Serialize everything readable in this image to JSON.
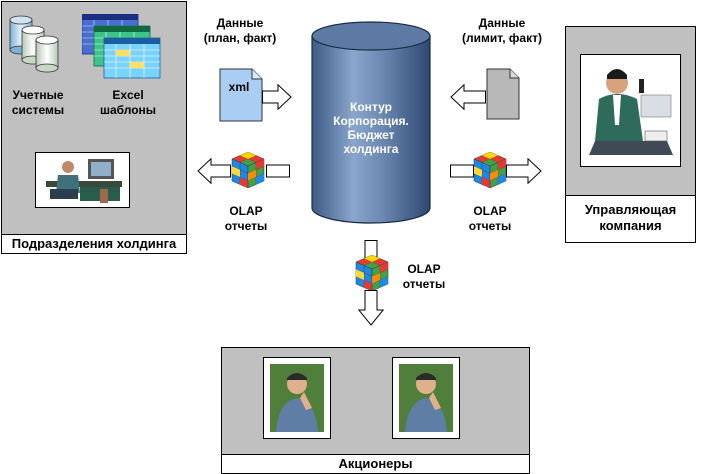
{
  "left_panel": {
    "accounting_label": "Учетные\nсистемы",
    "excel_label": "Excel\nшаблоны",
    "caption": "Подразделения холдинга"
  },
  "center": {
    "cylinder_text": "Контур\nКорпорация.\nБюджет\nхолдинга"
  },
  "left_flow": {
    "data_label": "Данные\n(план, факт)",
    "doc_label": "xml",
    "olap_label": "OLAP\nотчеты"
  },
  "right_flow": {
    "data_label": "Данные\n(лимит, факт)",
    "olap_label": "OLAP\nотчеты"
  },
  "right_panel": {
    "caption": "Управляющая\nкомпания"
  },
  "down_flow": {
    "olap_label": "OLAP\nотчеты"
  },
  "bottom_panel": {
    "caption": "Акционеры"
  },
  "colors": {
    "panel_gray": "#c0c0c0",
    "cylinder_blue": "#6f8bb5",
    "doc_blue": "#a9cdf3",
    "doc_gray": "#b8b8b8"
  }
}
